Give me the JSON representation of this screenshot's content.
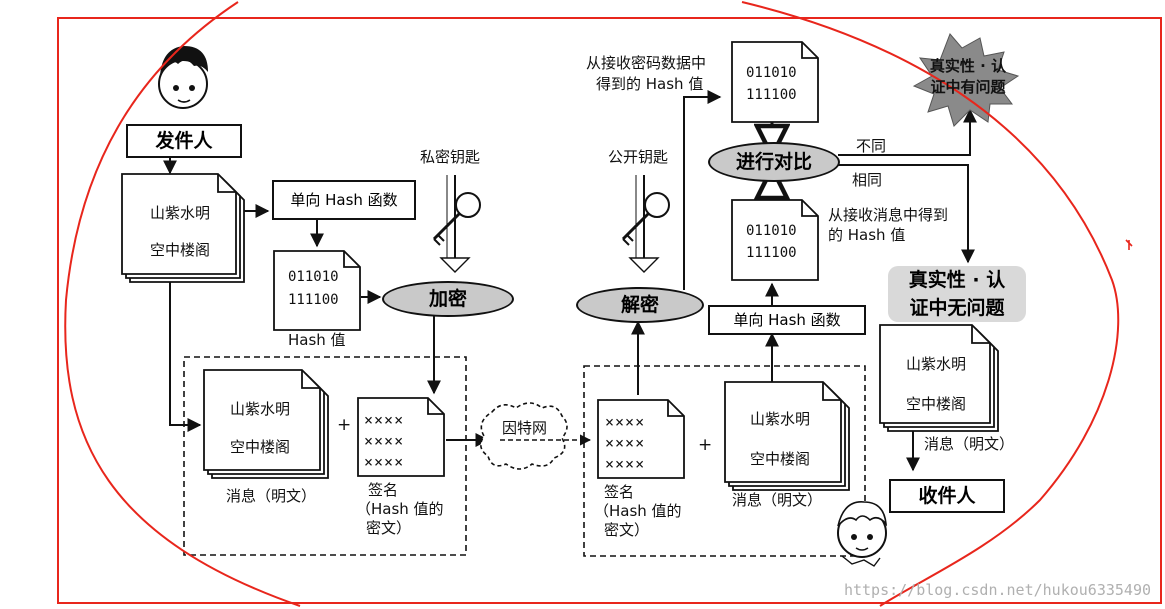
{
  "sender": {
    "label": "发件人"
  },
  "receiver": {
    "label": "收件人"
  },
  "message": {
    "line1": "山紫水明",
    "line2": "空中楼阁",
    "caption": "消息（明文）"
  },
  "hash_function_label": "单向 Hash 函数",
  "hash_value": {
    "line1": "011010",
    "line2": "111100",
    "caption": "Hash 值"
  },
  "private_key_label": "私密钥匙",
  "public_key_label": "公开钥匙",
  "encrypt_label": "加密",
  "decrypt_label": "解密",
  "internet_label": "因特网",
  "plus": "+",
  "signature": {
    "row": "××××",
    "caption_line1": "签名",
    "caption_line2": "（Hash 值的",
    "caption_line3": "密文）"
  },
  "from_cipher_label": {
    "line1": "从接收密码数据中",
    "line2": "得到的 Hash 值"
  },
  "from_message_label": {
    "line1": "从接收消息中得到",
    "line2": "的 Hash 值"
  },
  "compare_label": "进行对比",
  "different_label": "不同",
  "same_label": "相同",
  "auth_problem": {
    "line1": "真实性 · 认",
    "line2": "证中有问题"
  },
  "auth_ok": {
    "line1": "真实性 · 认",
    "line2": "证中无问题"
  },
  "watermark": "https://blog.csdn.net/hukou6335490",
  "colors": {
    "annotation_red": "#e8261c",
    "ellipse_fill": "#c9c9c9",
    "badge_fill": "#d9d9d9"
  }
}
